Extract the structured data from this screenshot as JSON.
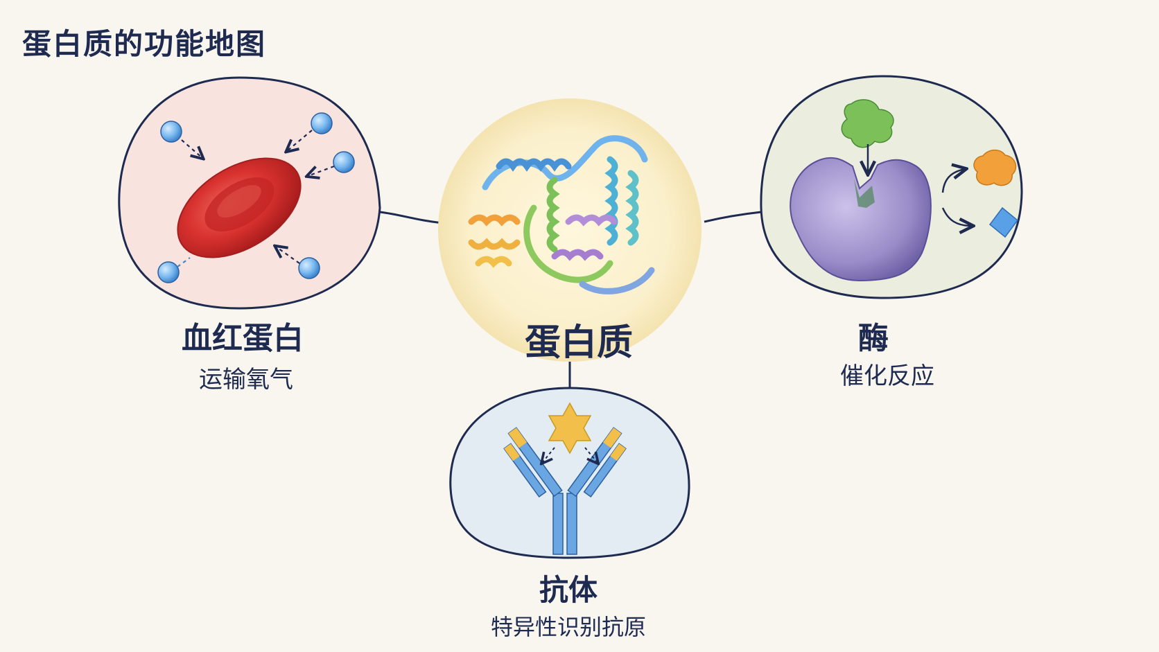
{
  "title": "蛋白质的功能地图",
  "center": {
    "label": "蛋白质",
    "icon": "protein-ribbon-structure"
  },
  "hemoglobin": {
    "label": "血红蛋白",
    "function": "运输氧气",
    "icon": "red-blood-cell"
  },
  "enzyme": {
    "label": "酶",
    "function": "催化反应",
    "icon": "enzyme-substrate"
  },
  "antibody": {
    "label": "抗体",
    "function": "特异性识别抗原",
    "icon": "y-shaped-antibody"
  },
  "colors": {
    "background": "#f8f6ee",
    "ink": "#1e2a50",
    "red_cell": "#cc2a2a",
    "oxygen": "#6fb3ec",
    "enzyme": "#9a8cc8",
    "substrate": "#7cc05a",
    "product_orange": "#f2a03a",
    "product_blue": "#5aa0e6",
    "antibody_blue": "#6aa6e2",
    "antigen_star": "#f2c04a"
  }
}
